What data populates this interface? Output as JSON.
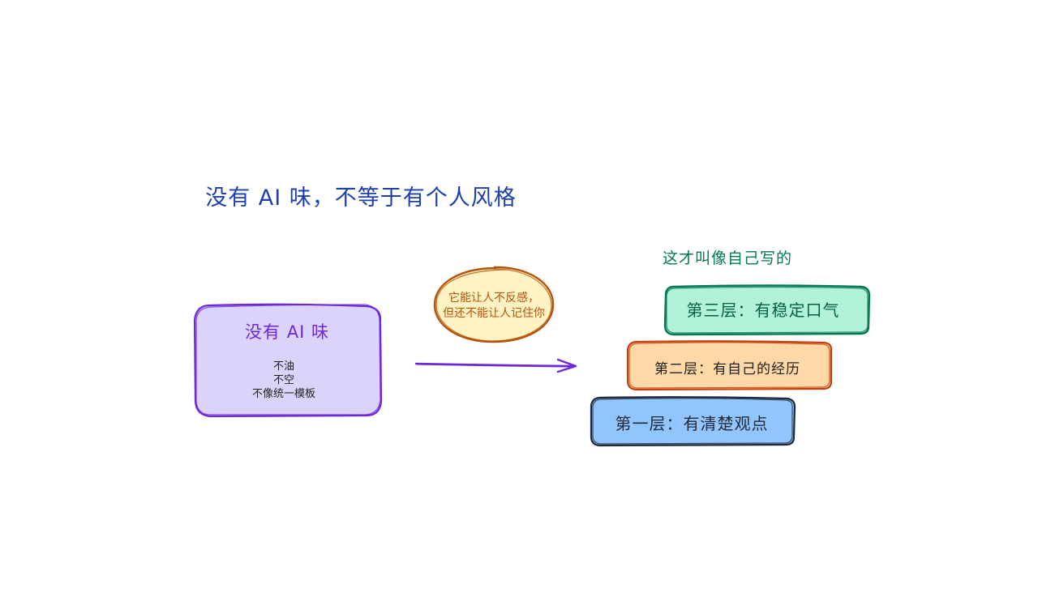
{
  "title": "没有 AI 味，不等于有个人风格",
  "left_box": {
    "title": "没有 AI 味",
    "lines": [
      "不油",
      "不空",
      "不像统一模板"
    ]
  },
  "bubble": {
    "lines": [
      "它能让人不反感，",
      "但还不能让人记住你"
    ]
  },
  "caption": "这才叫像自己写的",
  "layers": [
    {
      "label": "第三层：有稳定口气",
      "fill": "#b2f2d8",
      "stroke": "#047857"
    },
    {
      "label": "第二层：有自己的经历",
      "fill": "#ffd8a8",
      "stroke": "#c2410c"
    },
    {
      "label": "第一层：有清楚观点",
      "fill": "#93c5fd",
      "stroke": "#1e293b"
    }
  ],
  "colors": {
    "title": "#1e40af",
    "left_box_fill": "#dcd3fb",
    "left_box_stroke": "#6d28d9",
    "arrow": "#6d28d9",
    "bubble_fill": "#fff3c4",
    "bubble_stroke": "#b45309",
    "caption": "#047857"
  }
}
